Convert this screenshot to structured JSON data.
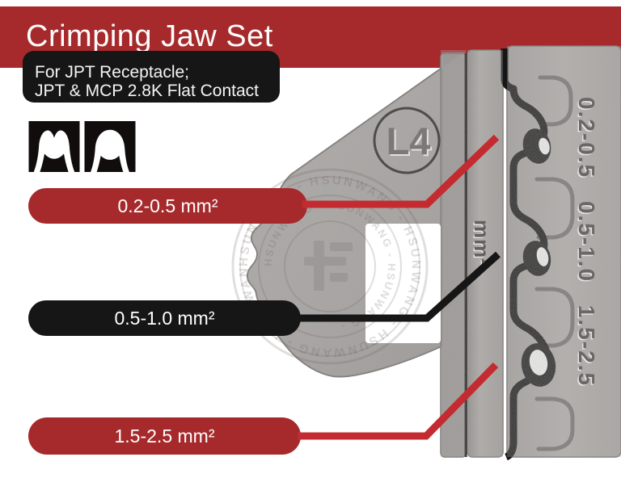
{
  "header": {
    "title": "Crimping Jaw Set",
    "bar_color": "#a62a2c"
  },
  "info_box": {
    "line1": "For JPT Receptacle;",
    "line2": "JPT & MCP 2.8K Flat Contact"
  },
  "profile_icons": [
    {
      "name": "double-lobe-crimp-profile"
    },
    {
      "name": "single-dome-crimp-profile"
    }
  ],
  "labels": [
    {
      "text": "0.2-0.5 mm²",
      "style": "red"
    },
    {
      "text": "0.5-1.0 mm²",
      "style": "black"
    },
    {
      "text": "1.5-2.5 mm²",
      "style": "red"
    }
  ],
  "tool_markings": {
    "stamp": "L4",
    "unit": "mm²",
    "size_ranges": "0.2-0.5 0.5-1.0 1.5-2.5"
  },
  "watermark": {
    "ring_text_outer": "HSUNWANG - HSUNWANG - HSUNWANG - HSUNWANG - HSUNWANG - ",
    "ring_text_inner": "HSUNWANG - HSUNWANG - HSUNWANG - "
  },
  "colors": {
    "label_red": "#a62a2c",
    "pointer_line_red": "#c32b30",
    "label_black": "#161616",
    "tool_gray": "#aaa7a4"
  }
}
